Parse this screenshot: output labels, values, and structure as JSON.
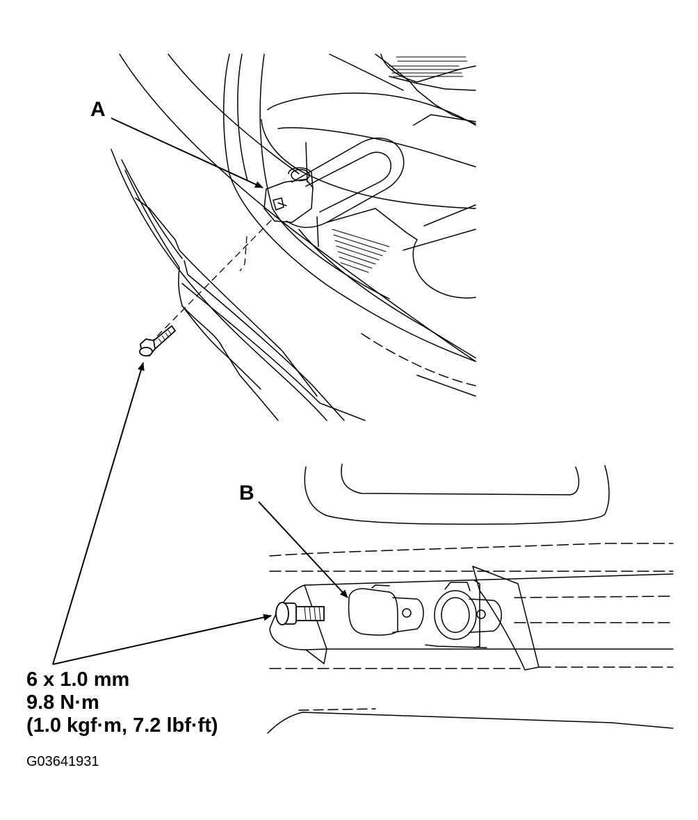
{
  "callouts": {
    "a": "A",
    "b": "B"
  },
  "fastener_spec": {
    "size": "6 x 1.0 mm",
    "torque_nm": "9.8 N·m",
    "torque_alt": "(1.0 kgf·m, 7.2 lbf·ft)"
  },
  "figure_code": "G03641931",
  "colors": {
    "line": "#000000",
    "background": "#ffffff",
    "hatch": "#000000"
  }
}
